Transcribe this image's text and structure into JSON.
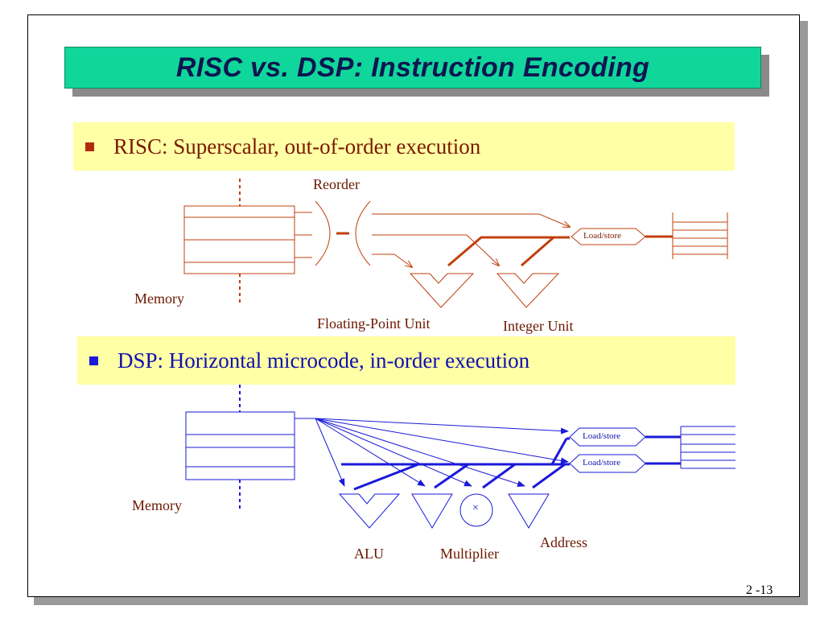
{
  "slide": {
    "title": "RISC vs. DSP: Instruction Encoding",
    "page_number": "2 -13"
  },
  "risc": {
    "bullet": "RISC: Superscalar, out-of-order execution",
    "reorder_label": "Reorder",
    "memory_label": "Memory",
    "fpu_label": "Floating-Point Unit",
    "integer_label": "Integer Unit",
    "loadstore_label": "Load/store",
    "color": "#c0400e"
  },
  "dsp": {
    "bullet": "DSP: Horizontal microcode, in-order execution",
    "memory_label": "Memory",
    "loadstore_labels": [
      "Load/store",
      "Load/store"
    ],
    "alu_label": "ALU",
    "multiplier_label": "Multiplier",
    "multiplier_symbol": "×",
    "address_label": "Address",
    "color": "#1a1ad8"
  }
}
